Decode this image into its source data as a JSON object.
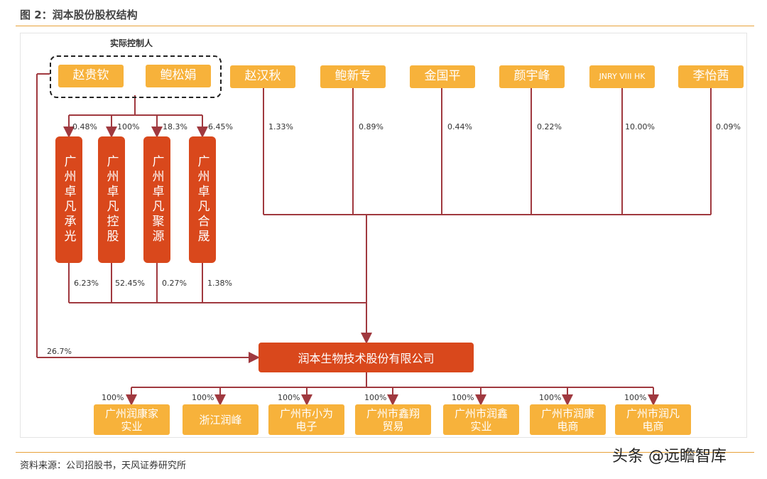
{
  "title": "图 2：润本股份股权结构",
  "controller_label": "实际控制人",
  "controllers": [
    {
      "name": "赵贵钦"
    },
    {
      "name": "鲍松娟"
    }
  ],
  "shareholders": [
    {
      "name": "赵汉秋",
      "pct": "1.33%"
    },
    {
      "name": "鲍新专",
      "pct": "0.89%"
    },
    {
      "name": "金国平",
      "pct": "0.44%"
    },
    {
      "name": "颜宇峰",
      "pct": "0.22%"
    },
    {
      "name": "JNRY VIII HK",
      "pct": "10.00%"
    },
    {
      "name": "李怡茜",
      "pct": "0.09%"
    }
  ],
  "platforms": [
    {
      "name": "广州卓凡承光",
      "pct_in": "0.48%",
      "pct_out": "6.23%"
    },
    {
      "name": "广州卓凡控股",
      "pct_in": "100%",
      "pct_out": "52.45%"
    },
    {
      "name": "广州卓凡聚源",
      "pct_in": "18.3%",
      "pct_out": "0.27%"
    },
    {
      "name": "广州卓凡合晟",
      "pct_in": "6.45%",
      "pct_out": "1.38%"
    }
  ],
  "direct_pct": "26.7%",
  "company": "润本生物技术股份有限公司",
  "subsidiaries": [
    {
      "name": "广州润康家\n实业",
      "pct": "100%"
    },
    {
      "name": "浙江润峰",
      "pct": "100%"
    },
    {
      "name": "广州市小为\n电子",
      "pct": "100%"
    },
    {
      "name": "广州市鑫翔\n贸易",
      "pct": "100%"
    },
    {
      "name": "广州市润鑫\n实业",
      "pct": "100%"
    },
    {
      "name": "广州市润康\n电商",
      "pct": "100%"
    },
    {
      "name": "广州市润凡\n电商",
      "pct": "100%"
    }
  ],
  "source": "资料来源：公司招股书，天风证券研究所",
  "watermark": "头条 @远瞻智库",
  "colors": {
    "orange": "#f7b23b",
    "red": "#d9481c",
    "line": "#a0393f",
    "accent": "#e8a23a"
  }
}
